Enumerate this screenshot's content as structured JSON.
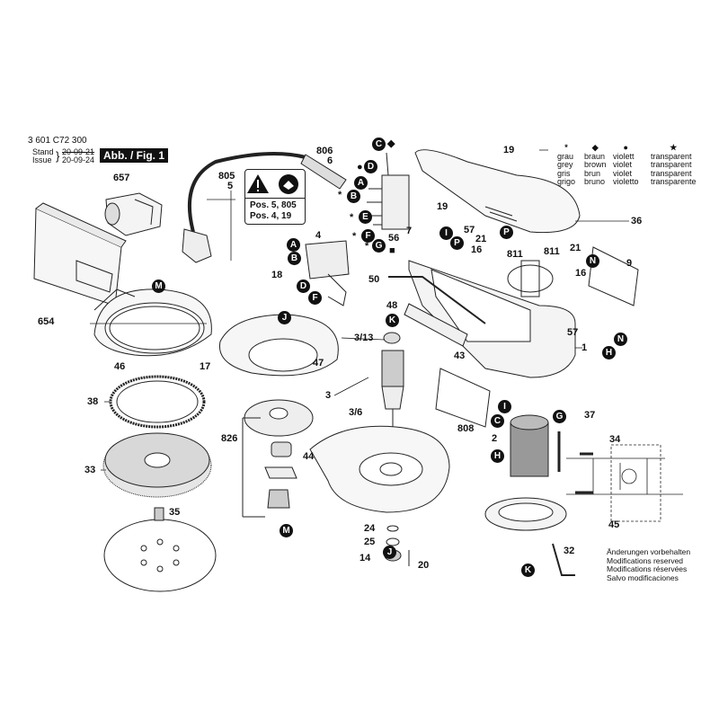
{
  "header": {
    "part_number": "3 601 C72 300",
    "stand_label": "Stand",
    "issue_label": "Issue",
    "stand_date": "20-09-21",
    "issue_date": "20-09-24",
    "figure_label": "Abb. / Fig. 1"
  },
  "legend": {
    "columns": [
      {
        "symbol": "*",
        "de": "grau",
        "en": "grey",
        "fr": "gris",
        "it": "grigo"
      },
      {
        "symbol": "◆",
        "de": "braun",
        "en": "brown",
        "fr": "brun",
        "it": "bruno"
      },
      {
        "symbol": "●",
        "de": "violett",
        "en": "violet",
        "fr": "violet",
        "it": "violetto"
      },
      {
        "symbol": "★",
        "de": "transparent",
        "en": "transparent",
        "fr": "transparent",
        "it": "transparente"
      }
    ]
  },
  "warning_label": {
    "line1": "Pos. 5, 805",
    "line2": "Pos. 4, 19",
    "icons": [
      "warning-triangle-icon",
      "read-manual-icon"
    ]
  },
  "callouts": [
    "806",
    "6",
    "805",
    "5",
    "657",
    "654",
    "4",
    "18",
    "50",
    "48",
    "3/13",
    "3",
    "3/6",
    "43",
    "17",
    "47",
    "46",
    "38",
    "33",
    "35",
    "826",
    "44",
    "24",
    "25",
    "14",
    "20",
    "19",
    "36",
    "19",
    "7",
    "57",
    "21",
    "16",
    "811",
    "811",
    "21",
    "16",
    "9",
    "1",
    "57",
    "37",
    "808",
    "2",
    "34",
    "45",
    "32",
    "56"
  ],
  "markers": [
    "C",
    "D",
    "A",
    "B",
    "E",
    "F",
    "G",
    "A",
    "B",
    "D",
    "F",
    "J",
    "K",
    "M",
    "M",
    "J",
    "K",
    "I",
    "P",
    "P",
    "N",
    "N",
    "H",
    "I",
    "C",
    "G",
    "H"
  ],
  "marker_symbols": [
    "◆",
    "●",
    "*",
    "*",
    "*",
    "■",
    "*"
  ],
  "disclaimer": [
    "Änderungen vorbehalten",
    "Modifications reserved",
    "Modifications réservées",
    "Salvo modificaciones"
  ]
}
